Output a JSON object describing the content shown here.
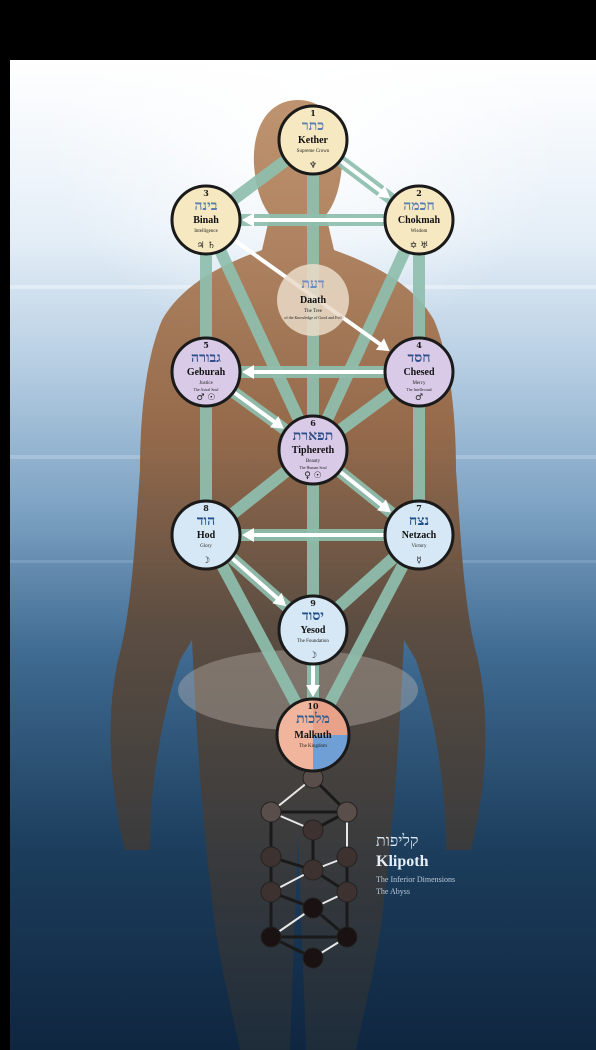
{
  "diagram": {
    "sephiroth": [
      {
        "id": "kether",
        "number": "1",
        "hebrew": "כתר",
        "name": "Kether",
        "subtitle": "Supreme Crown",
        "extra": "",
        "symbols": "♆",
        "fill": "#f6e8c0",
        "hebColor": "#5b7fb0"
      },
      {
        "id": "chokmah",
        "number": "2",
        "hebrew": "חכמה",
        "name": "Chokmah",
        "subtitle": "Wisdom",
        "extra": "",
        "symbols": "✡ ♅",
        "fill": "#f6e8c0",
        "hebColor": "#5b7fb0"
      },
      {
        "id": "binah",
        "number": "3",
        "hebrew": "בינה",
        "name": "Binah",
        "subtitle": "Intelligence",
        "extra": "",
        "symbols": "♃ ♄",
        "fill": "#f6e8c0",
        "hebColor": "#5b7fb0"
      },
      {
        "id": "daath",
        "number": "",
        "hebrew": "דעת",
        "name": "Daath",
        "subtitle": "The Tree",
        "extra": "of the Knowledge of Good and Evil",
        "symbols": "",
        "fill": "#eadbc8",
        "hebColor": "#6a8fc0"
      },
      {
        "id": "chesed",
        "number": "4",
        "hebrew": "חסד",
        "name": "Chesed",
        "subtitle": "Mercy",
        "extra": "The Intellectual",
        "symbols": "♂",
        "fill": "#d9cbe8",
        "hebColor": "#2f4f8a"
      },
      {
        "id": "geburah",
        "number": "5",
        "hebrew": "גבורה",
        "name": "Geburah",
        "subtitle": "Justice",
        "extra": "The Astral Soul",
        "symbols": "♂ ☉",
        "fill": "#d9cbe8",
        "hebColor": "#2f4f8a"
      },
      {
        "id": "tiphereth",
        "number": "6",
        "hebrew": "תפארת",
        "name": "Tiphereth",
        "subtitle": "Beauty",
        "extra": "The Human Soul",
        "symbols": "♀ ☉",
        "fill": "#d9cbe8",
        "hebColor": "#2f4f8a"
      },
      {
        "id": "netzach",
        "number": "7",
        "hebrew": "נצח",
        "name": "Netzach",
        "subtitle": "Victory",
        "extra": "",
        "symbols": "☿",
        "fill": "#d6e8f6",
        "hebColor": "#1f4f8a"
      },
      {
        "id": "hod",
        "number": "8",
        "hebrew": "הוד",
        "name": "Hod",
        "subtitle": "Glory",
        "extra": "",
        "symbols": "☽",
        "fill": "#d6e8f6",
        "hebColor": "#1f4f8a"
      },
      {
        "id": "yesod",
        "number": "9",
        "hebrew": "יסוד",
        "name": "Yesod",
        "subtitle": "The Foundation",
        "extra": "",
        "symbols": "☽",
        "fill": "#d6e8f6",
        "hebColor": "#1f4f8a"
      },
      {
        "id": "malkuth",
        "number": "10",
        "hebrew": "מלכות",
        "name": "Malkuth",
        "subtitle": "The Kingdom",
        "extra": "",
        "symbols": "",
        "fill": "#f1b9a4",
        "hebColor": "#2f5e95"
      }
    ],
    "klipoth": {
      "hebrew": "קליפות",
      "name": "Klipoth",
      "subtitle1": "The Inferior Dimensions",
      "subtitle2": "The Abyss"
    }
  }
}
